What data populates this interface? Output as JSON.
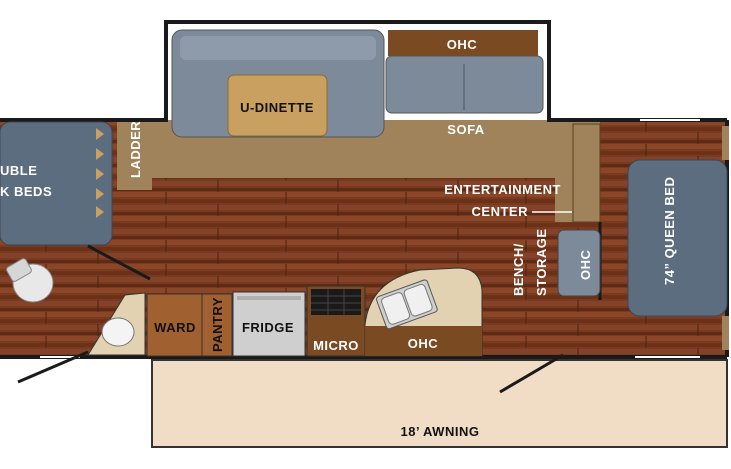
{
  "rooms": {
    "u_dinette": "U-DINETTE",
    "ohc_top": "OHC",
    "sofa": "SOFA",
    "bunk_beds_line1": "UBLE",
    "bunk_beds_line2": "K BEDS",
    "ladder": "LADDER",
    "entertainment_line1": "ENTERTAINMENT",
    "entertainment_line2": "CENTER",
    "bench_line1": "BENCH/",
    "bench_line2": "STORAGE",
    "ohc_bedroom": "OHC",
    "queen_bed": "74” QUEEN BED",
    "ward": "WARD",
    "pantry": "PANTRY",
    "fridge": "FRIDGE",
    "micro": "MICRO",
    "ohc_kitchen": "OHC",
    "awning": "18’ AWNING"
  },
  "colors": {
    "floor_wood": "#7a3a1e",
    "wall": "#1a1a1a",
    "tan_floor": "#a0835b",
    "awning": "#f1dcc5",
    "cushion_gray": "#7d8a9a",
    "bed_blue": "#5d6d80",
    "dinette_table": "#c9a060",
    "cabinet_brown": "#7a4a22",
    "counter_beige": "#e3d2b2",
    "fridge_silver": "#cfcfcf"
  }
}
